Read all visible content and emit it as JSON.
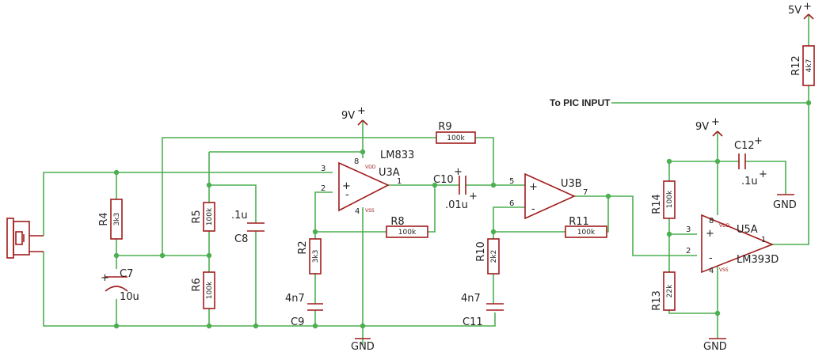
{
  "supplies": {
    "vcc9_left": "9V",
    "vcc9_right": "9V",
    "vcc5": "5V",
    "gnd_left": "GND",
    "gnd_right": "GND",
    "gnd_cap": "GND",
    "plus": "+"
  },
  "net_label": "To PIC INPUT",
  "resistors": {
    "r2": {
      "name": "R2",
      "value": "3k3"
    },
    "r4": {
      "name": "R4",
      "value": "3k3"
    },
    "r5": {
      "name": "R5",
      "value": "100k"
    },
    "r6": {
      "name": "R6",
      "value": "100k"
    },
    "r8": {
      "name": "R8",
      "value": "100k"
    },
    "r9": {
      "name": "R9",
      "value": "100k"
    },
    "r10": {
      "name": "R10",
      "value": "2k2"
    },
    "r11": {
      "name": "R11",
      "value": "100k"
    },
    "r12": {
      "name": "R12",
      "value": "4k7"
    },
    "r13": {
      "name": "R13",
      "value": "22k"
    },
    "r14": {
      "name": "R14",
      "value": "100k"
    }
  },
  "capacitors": {
    "c7": {
      "name": "C7",
      "value": "10u"
    },
    "c8": {
      "name": "C8",
      "value": ".1u"
    },
    "c9": {
      "name": "C9",
      "value": "4n7"
    },
    "c10": {
      "name": "C10",
      "value": ".01u"
    },
    "c11": {
      "name": "C11",
      "value": "4n7"
    },
    "c12": {
      "name": "C12",
      "value": ".1u"
    }
  },
  "opamps": {
    "u3a": {
      "name": "U3A",
      "part": "LM833",
      "vdd": "VDD",
      "vss": "VSS",
      "plus": "+",
      "minus": "-",
      "pins": {
        "in_plus": "3",
        "in_minus": "2",
        "out": "1",
        "vdd": "8",
        "vss": "4"
      }
    },
    "u3b": {
      "name": "U3B",
      "plus": "+",
      "minus": "-",
      "pins": {
        "in_plus": "5",
        "in_minus": "6",
        "out": "7"
      }
    },
    "u5a": {
      "name": "U5A",
      "part": "LM393D",
      "vdd": "VDD",
      "vss": "VSS",
      "plus": "+",
      "minus": "-",
      "pins": {
        "in_plus": "3",
        "in_minus": "2",
        "out": "1",
        "vdd": "8",
        "vss": "4"
      }
    }
  },
  "colors": {
    "wire": "#4caf50",
    "part": "#a01c1c"
  }
}
